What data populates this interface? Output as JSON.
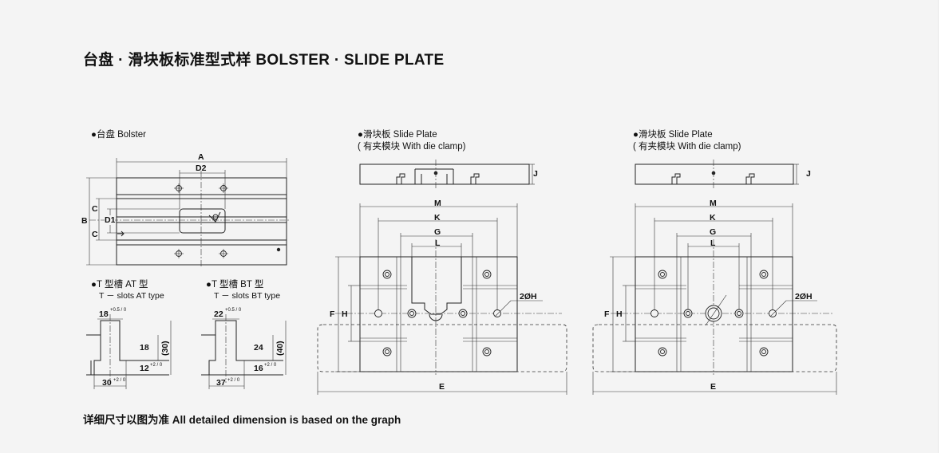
{
  "title": "台盘 · 滑块板标准型式样 BOLSTER · SLIDE PLATE",
  "footer": "详细尺寸以图为准  All detailed dimension is based on the graph",
  "bolster": {
    "caption": "●台盘 Bolster",
    "labels": {
      "a": "A",
      "b": "B",
      "c1": "C",
      "c2": "C",
      "d1": "D1",
      "d2": "D2"
    }
  },
  "tslot_at": {
    "caption": "●T 型槽 AT 型",
    "sub": "T － slots AT type",
    "top": "18",
    "top_tol": "+0.5 / 0",
    "depth": "18",
    "neck": "12",
    "neck_tol": "+2 / 0",
    "total": "(30)",
    "bottom": "30",
    "bottom_tol": "+2 / 0"
  },
  "tslot_bt": {
    "caption": "●T 型槽 BT 型",
    "sub": "T － slots BT type",
    "top": "22",
    "top_tol": "+0.5 / 0",
    "depth": "24",
    "neck": "16",
    "neck_tol": "+2 / 0",
    "total": "(40)",
    "bottom": "37",
    "bottom_tol": "+2 / 0"
  },
  "slide1": {
    "caption": "●滑块板 Slide Plate",
    "sub": "( 有夹模块 With die clamp)",
    "labels": {
      "j": "J",
      "m": "M",
      "k": "K",
      "g": "G",
      "l": "L",
      "f": "F",
      "h": "H",
      "e": "E",
      "hole": "2ØH"
    }
  },
  "slide2": {
    "caption": "●滑块板 Slide Plate",
    "sub": "( 有夹模块 With die clamp)",
    "labels": {
      "j": "J",
      "m": "M",
      "k": "K",
      "g": "G",
      "l": "L",
      "f": "F",
      "h": "H",
      "e": "E",
      "hole": "2ØH"
    }
  }
}
